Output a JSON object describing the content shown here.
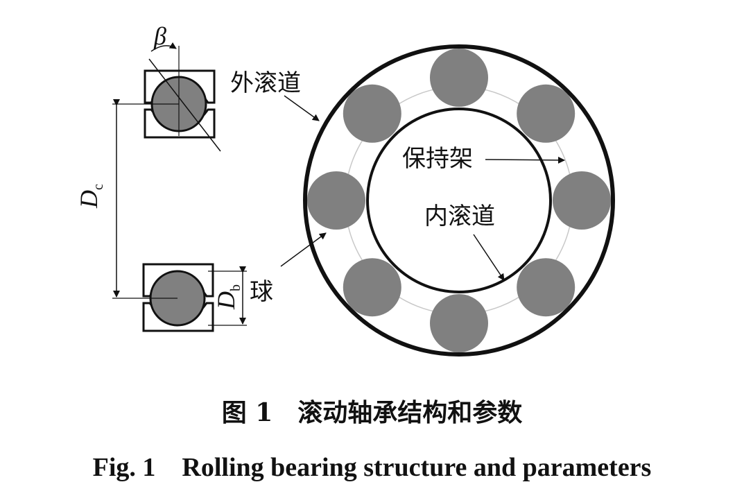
{
  "labels": {
    "beta": "β",
    "outer_race": "外滚道",
    "cage": "保持架",
    "inner_race": "内滚道",
    "ball": "球",
    "dc_main": "D",
    "dc_sub": "c",
    "db_main": "D",
    "db_sub": "b"
  },
  "caption": {
    "cn": "图 1　滚动轴承结构和参数",
    "en": "Fig. 1　Rolling bearing structure and parameters"
  },
  "colors": {
    "ball_fill": "#808080",
    "stroke": "#111111",
    "cage_line": "#c8c8c8"
  },
  "structure": {
    "ball_count": 8
  }
}
